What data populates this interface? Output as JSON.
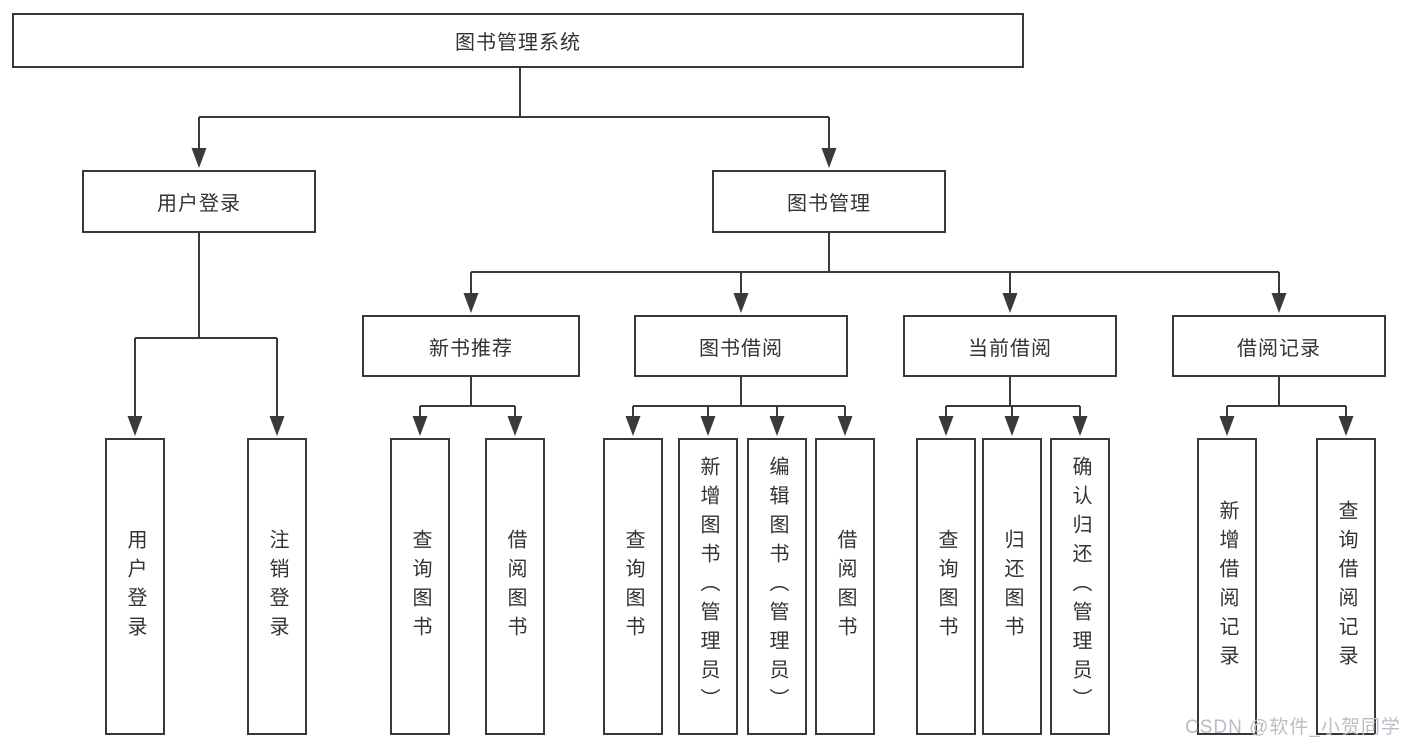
{
  "diagram": {
    "root": "图书管理系统",
    "login": {
      "label": "用户登录",
      "children": [
        "用户登录",
        "注销登录"
      ]
    },
    "mgmt": {
      "label": "图书管理",
      "sections": [
        {
          "label": "新书推荐",
          "children": [
            "查询图书",
            "借阅图书"
          ]
        },
        {
          "label": "图书借阅",
          "children": [
            "查询图书",
            "新增图书（管理员）",
            "编辑图书（管理员）",
            "借阅图书"
          ]
        },
        {
          "label": "当前借阅",
          "children": [
            "查询图书",
            "归还图书",
            "确认归还（管理员）"
          ]
        },
        {
          "label": "借阅记录",
          "children": [
            "新增借阅记录",
            "查询借阅记录"
          ]
        }
      ]
    }
  },
  "watermark": "CSDN @软件_小贺同学",
  "colors": {
    "line": "#3a3a3a",
    "border": "#383838",
    "text": "#333333",
    "watermark": "#b9bdc4",
    "background": "#ffffff"
  }
}
